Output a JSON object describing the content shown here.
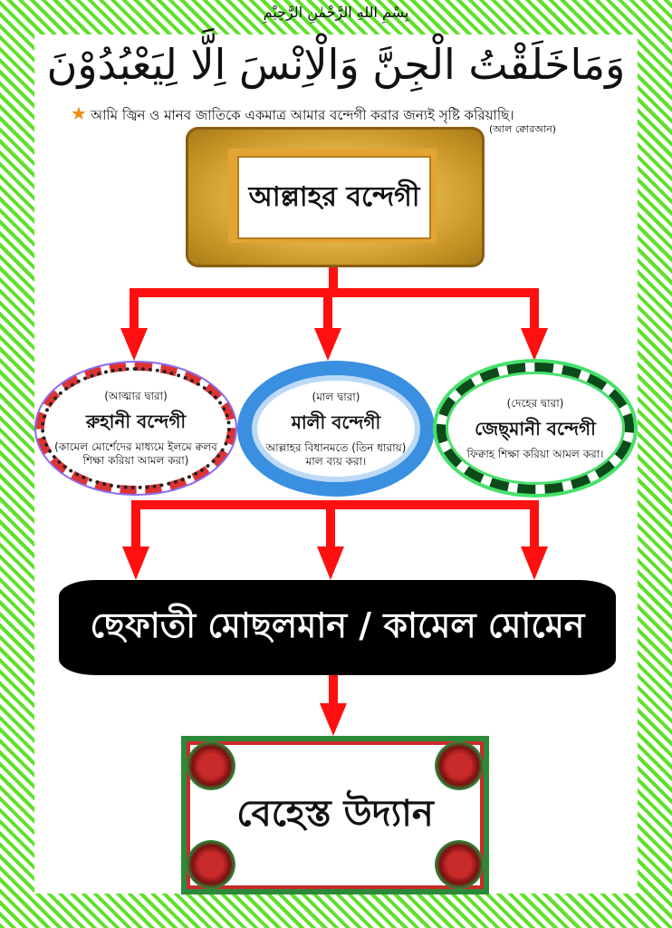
{
  "header": {
    "bismillah": "بِسْمِ اللهِ الرَّحْمٰنِ الرَّحِيْمِ",
    "ayah": "وَمَاخَلَقْتُ الْجِنَّ وَالْاِنْسَ اِلَّا لِيَعْبُدُوْنَ",
    "translation": "আমি জ্বিন ও মানব জাতিকে একমাত্র আমার বন্দেগী করার জন্যই সৃষ্টি করিয়াছি।",
    "source": "(আল ক্বোরআন)",
    "star_icon": "star",
    "star_color": "#f08a10"
  },
  "top_box": {
    "title": "আল্লাহর বন্দেগী"
  },
  "branches": [
    {
      "means": "(আত্মার দ্বারা)",
      "title": "রুহানী বন্দেগী",
      "desc": "(কামেল মোর্শেদের মাধ্যমে ইলমে ক্বলব শিক্ষা করিয়া আমল করা)"
    },
    {
      "means": "(মাল দ্বারা)",
      "title": "মালী বন্দেগী",
      "desc": "আল্লাহর বিধানমতে (তিন ধারায়) মাল ব্যয় করা।"
    },
    {
      "means": "(দেহের দ্বারা)",
      "title": "জেছ্‌মানী বন্দেগী",
      "desc": "ফিক্বাহ শিক্ষা করিয়া আমল করা।"
    }
  ],
  "result_box": {
    "title": "ছেফাতী মোছলমান / কামেল মোমেন"
  },
  "final_box": {
    "title": "বেহেস্ত উদ্যান"
  },
  "colors": {
    "border_green": "#5fe02a",
    "arrow_red": "#ff1010"
  }
}
